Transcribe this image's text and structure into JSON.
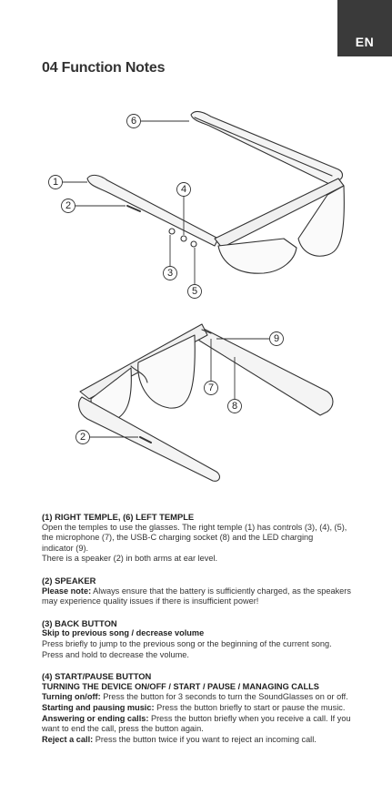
{
  "lang_tab": "EN",
  "title": "04 Function Notes",
  "callouts_top": [
    "1",
    "2",
    "3",
    "4",
    "5",
    "6"
  ],
  "callouts_bottom": [
    "2",
    "7",
    "8",
    "9"
  ],
  "sections": [
    {
      "heading": "(1) RIGHT TEMPLE, (6) LEFT TEMPLE",
      "lines": [
        "Open the temples to use the glasses. The right temple (1) has controls (3), (4), (5),",
        "the microphone (7), the USB-C charging socket (8) and the LED charging",
        "indicator (9).",
        "There is a speaker (2) in both arms at ear level."
      ]
    },
    {
      "heading": "(2) SPEAKER",
      "note_label": "Please note:",
      "note_text": " Always ensure that the battery is sufficiently charged, as the speakers",
      "note_line2": "may experience quality issues if there is insufficient power!"
    },
    {
      "heading": "(3) BACK BUTTON",
      "subheading": "Skip to previous song / decrease volume",
      "lines": [
        "Press briefly to jump to the previous song or the beginning of the current song.",
        "Press and hold to decrease the volume."
      ]
    },
    {
      "heading": "(4) START/PAUSE BUTTON",
      "subheading": "TURNING THE DEVICE ON/OFF / START / PAUSE / MANAGING CALLS",
      "items": [
        {
          "label": "Turning on/off:",
          "text": " Press the button for 3 seconds to turn the SoundGlasses on or off."
        },
        {
          "label": "Starting and pausing music:",
          "text": " Press the button briefly to start or pause the music."
        },
        {
          "label": "Answering or ending calls:",
          "text": " Press the button briefly when you receive a call. If you"
        },
        {
          "label": "",
          "text": "want to end the call, press the button again."
        },
        {
          "label": "Reject a call:",
          "text": " Press the button twice if you want to reject an incoming call."
        }
      ]
    }
  ]
}
